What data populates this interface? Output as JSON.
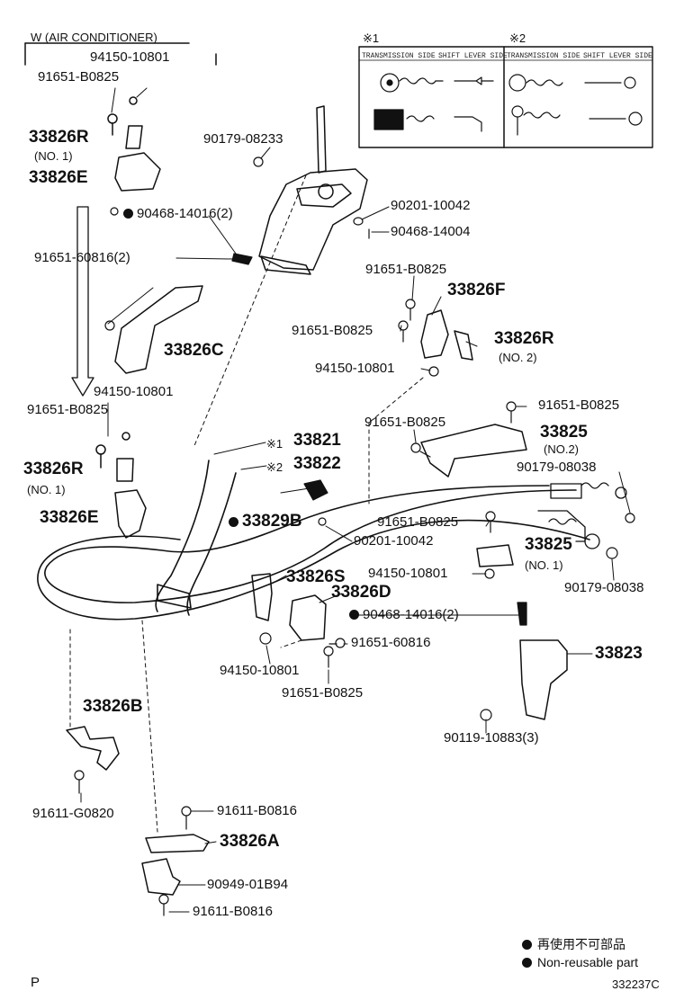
{
  "header": {
    "variant_label": "W (AIR CONDITIONER)",
    "variant_part": "94150-10801"
  },
  "notes_panel": {
    "note1_mark": "※1",
    "note2_mark": "※2",
    "note1_left": "TRANSMISSION SIDE",
    "note1_right": "SHIFT LEVER SIDE",
    "note2_left": "TRANSMISSION SIDE",
    "note2_right": "SHIFT LEVER SIDE"
  },
  "labels": {
    "p_91651_b0825_a": "91651-B0825",
    "p_33826r_a": "33826R",
    "p_no1_a": "(NO. 1)",
    "p_33826e_a": "33826E",
    "p_90179_08233": "90179-08233",
    "p_90468_14016_2_a": "90468-14016(2)",
    "p_90201_10042_a": "90201-10042",
    "p_90468_14004": "90468-14004",
    "p_91651_60816_2": "91651-60816(2)",
    "p_91651_b0825_b": "91651-B0825",
    "p_33826f": "33826F",
    "p_91651_b0825_c": "91651-B0825",
    "p_33826r_b": "33826R",
    "p_no2_b": "(NO. 2)",
    "p_33826c": "33826C",
    "p_94150_10801_b": "94150-10801",
    "p_94150_10801_c": "94150-10801",
    "p_91651_b0825_d": "91651-B0825",
    "p_91651_b0825_e": "91651-B0825",
    "p_33825_a": "33825",
    "p_no2_c": "(NO.2)",
    "p_91651_b0825_f": "91651-B0825",
    "p_33821": "33821",
    "p_note1_ref": "※1",
    "p_33822": "33822",
    "p_note2_ref": "※2",
    "p_90179_08038_a": "90179-08038",
    "p_33826r_c": "33826R",
    "p_no1_c": "(NO. 1)",
    "p_33829b": "33829B",
    "p_91651_b0825_g": "91651-B0825",
    "p_33826e_b": "33826E",
    "p_90201_10042_b": "90201-10042",
    "p_33825_b": "33825",
    "p_94150_10801_d": "94150-10801",
    "p_no1_d": "(NO. 1)",
    "p_90179_08038_b": "90179-08038",
    "p_33826s": "33826S",
    "p_33826d": "33826D",
    "p_90468_14016_2_b": "90468-14016(2)",
    "p_91651_60816": "91651-60816",
    "p_33823": "33823",
    "p_94150_10801_e": "94150-10801",
    "p_91651_b0825_h": "91651-B0825",
    "p_33826b": "33826B",
    "p_90119_10883_3": "90119-10883(3)",
    "p_91611_g0820": "91611-G0820",
    "p_91611_b0816_a": "91611-B0816",
    "p_33826a": "33826A",
    "p_90949_01b94": "90949-01B94",
    "p_91611_b0816_b": "91611-B0816"
  },
  "legend": {
    "line1": "再使用不可部品",
    "line2": "Non-reusable part"
  },
  "footer": {
    "page_letter": "P",
    "diagram_code": "332237C"
  }
}
